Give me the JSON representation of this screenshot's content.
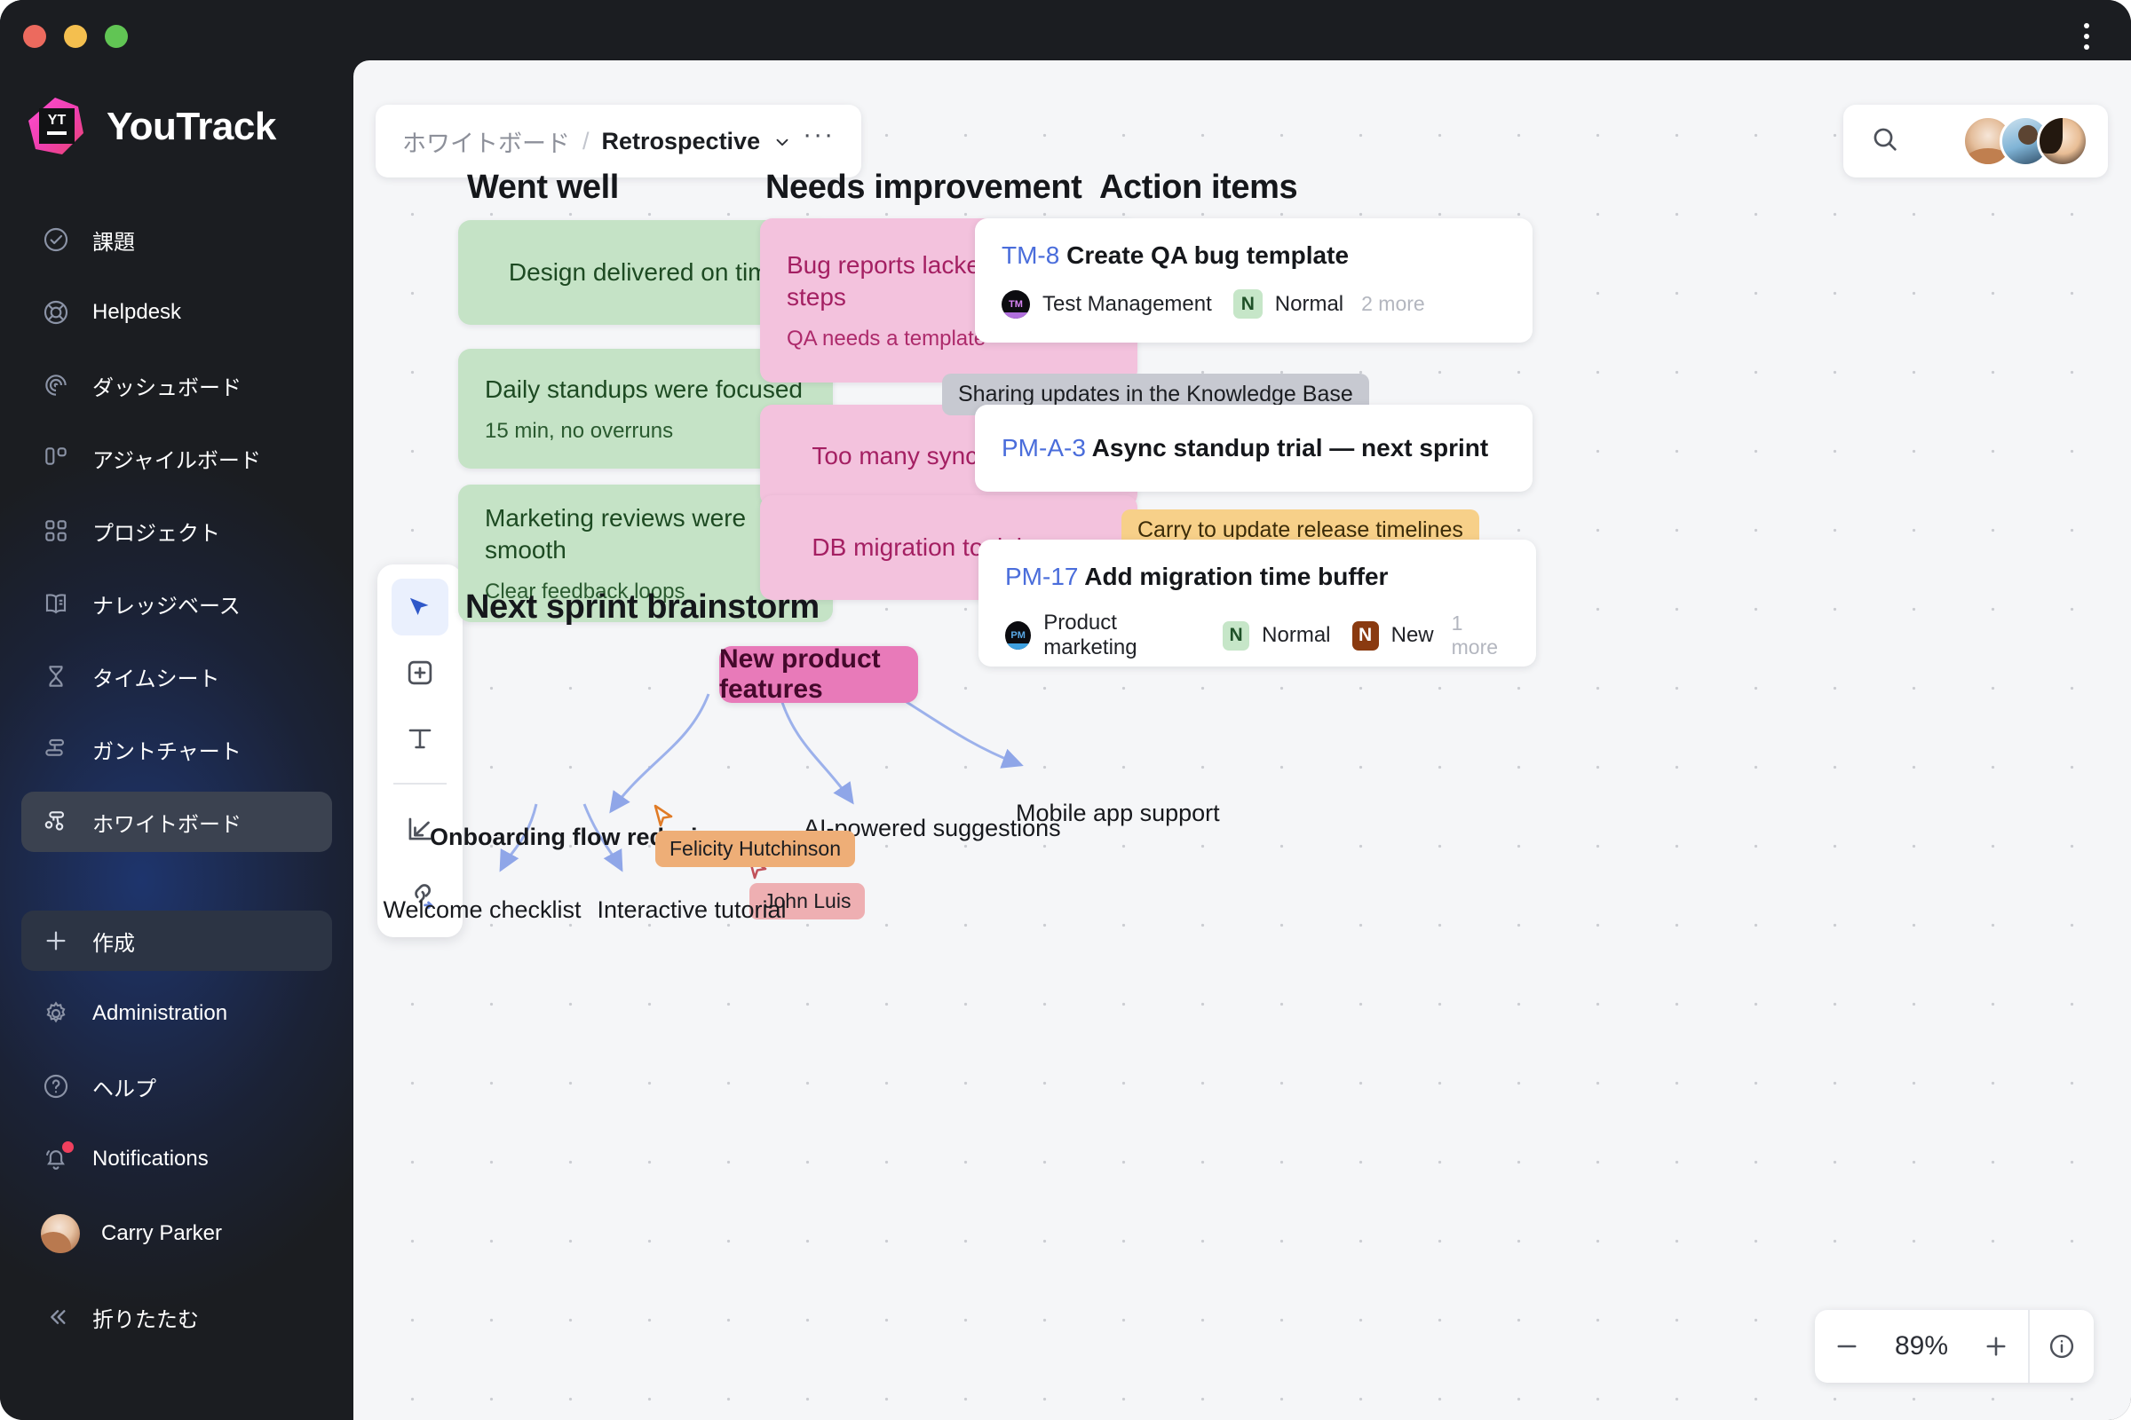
{
  "window": {
    "menu_icon": "kebab-menu-icon",
    "traffic_lights": [
      "close",
      "minimize",
      "maximize"
    ]
  },
  "sidebar": {
    "brand": "YouTrack",
    "items": [
      {
        "label": "課題",
        "icon": "check-circle-icon"
      },
      {
        "label": "Helpdesk",
        "icon": "lifebuoy-icon"
      },
      {
        "label": "ダッシュボード",
        "icon": "dashboard-icon"
      },
      {
        "label": "アジャイルボード",
        "icon": "agile-board-icon"
      },
      {
        "label": "プロジェクト",
        "icon": "grid-icon"
      },
      {
        "label": "ナレッジベース",
        "icon": "book-icon"
      },
      {
        "label": "タイムシート",
        "icon": "hourglass-icon"
      },
      {
        "label": "ガントチャート",
        "icon": "gantt-icon"
      },
      {
        "label": "ホワイトボード",
        "icon": "whiteboard-icon",
        "active": true
      }
    ],
    "create": {
      "label": "作成",
      "icon": "plus-icon"
    },
    "bottom": [
      {
        "label": "Administration",
        "icon": "gear-icon"
      },
      {
        "label": "ヘルプ",
        "icon": "question-circle-icon"
      },
      {
        "label": "Notifications",
        "icon": "bell-icon",
        "badge": true
      }
    ],
    "user": {
      "name": "Carry Parker",
      "icon": "avatar"
    },
    "collapse": {
      "label": "折りたたむ",
      "icon": "chevrons-left-icon"
    }
  },
  "header": {
    "breadcrumb_root": "ホワイトボード",
    "breadcrumb_separator": "/",
    "breadcrumb_current": "Retrospective",
    "caret_icon": "chevron-down-icon",
    "more_icon": "ellipsis-icon",
    "search_icon": "search-icon",
    "avatars": [
      "member-1",
      "member-2",
      "member-3"
    ]
  },
  "toolbar": {
    "tools": [
      {
        "name": "select-tool",
        "icon": "cursor-icon",
        "active": true
      },
      {
        "name": "add-frame-tool",
        "icon": "plus-square-icon",
        "active": false
      },
      {
        "name": "text-tool",
        "icon": "text-icon",
        "active": false
      },
      {
        "name": "import-tool",
        "icon": "arrow-into-corner-icon",
        "active": false
      },
      {
        "name": "link-tool",
        "icon": "link-arrow-icon",
        "active": false
      }
    ]
  },
  "board": {
    "columns": [
      {
        "title": "Went well",
        "color": "green",
        "notes": [
          {
            "title": "Design delivered on time",
            "subtitle": "",
            "centered": true
          },
          {
            "title": "Daily standups were focused",
            "subtitle": "15 min, no overruns",
            "centered": false
          },
          {
            "title": "Marketing reviews were smooth",
            "subtitle": "Clear feedback loops",
            "centered": false
          }
        ]
      },
      {
        "title": "Needs improvement",
        "color": "pink",
        "notes": [
          {
            "title": "Bug reports lacked repro steps",
            "subtitle": "QA needs a template",
            "centered": false
          },
          {
            "title": "Too many sync meetings",
            "subtitle": "",
            "centered": true
          },
          {
            "title": "DB migration took longer",
            "subtitle": "",
            "centered": true
          }
        ]
      },
      {
        "title": "Action items",
        "color": "white",
        "issues": [
          {
            "id": "TM-8",
            "summary": "Create QA bug template",
            "project": "Test Management",
            "project_tag": "TM",
            "fields": [
              {
                "glyph": "N",
                "label": "Normal",
                "style": "normal"
              }
            ],
            "more": "2 more"
          },
          {
            "id": "PM-A-3",
            "summary": "Async standup trial — next sprint",
            "project": "",
            "project_tag": "",
            "fields": [],
            "more": ""
          },
          {
            "id": "PM-17",
            "summary": "Add migration time buffer",
            "project": "Product marketing",
            "project_tag": "PM",
            "fields": [
              {
                "glyph": "N",
                "label": "Normal",
                "style": "normal"
              },
              {
                "glyph": "N",
                "label": "New",
                "style": "new"
              }
            ],
            "more": "1 more"
          }
        ]
      }
    ],
    "floating_labels": [
      {
        "text": "Sharing updates in the Knowledge Base",
        "style": "grey"
      },
      {
        "text": "Carry to update release timelines",
        "style": "yellow"
      }
    ],
    "cursors": [
      {
        "name": "John Luis",
        "color": "#eeafb2",
        "pointer_color": "#c1515a"
      },
      {
        "name": "Felicity Hutchinson",
        "color": "#eeae77",
        "pointer_color": "#e07b26"
      }
    ],
    "mindmap": {
      "title": "Next sprint brainstorm",
      "root": "New product features",
      "children": [
        {
          "label": "Onboarding flow redesign",
          "bold": true
        },
        {
          "label": "AI-powered suggestions",
          "bold": false
        },
        {
          "label": "Mobile app support",
          "bold": false
        }
      ],
      "grandchildren": [
        {
          "label": "Welcome checklist"
        },
        {
          "label": "Interactive tutorial"
        }
      ]
    }
  },
  "zoom_control": {
    "minus_icon": "minus-icon",
    "value": "89%",
    "plus_icon": "plus-icon",
    "info_icon": "info-circle-icon"
  },
  "colors": {
    "sidebar_bg": "#1b1d21",
    "canvas_bg": "#f5f6f8",
    "accent_blue": "#4a6ddb",
    "sticky_green": "#c5e3c6",
    "sticky_pink": "#f3c2dd",
    "mindmap_root": "#e87ab9",
    "brand_pink": "#ec3bab"
  }
}
